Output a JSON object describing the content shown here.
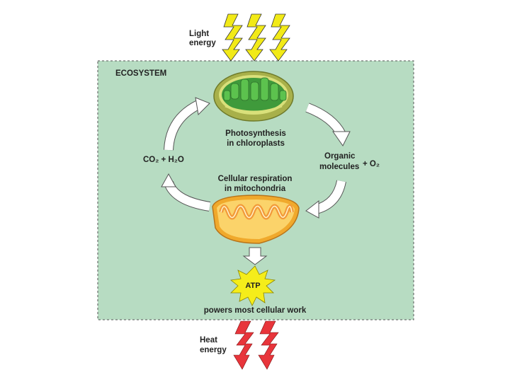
{
  "labels": {
    "light_line1": "Light",
    "light_line2": "energy",
    "ecosystem": "ECOSYSTEM",
    "photo_line1": "Photosynthesis",
    "photo_line2": "in chloroplasts",
    "co2_h2o": "CO₂ + H₂O",
    "organic_line1": "Organic",
    "organic_line2": "molecules",
    "plus_o2": "+ O₂",
    "resp_line1": "Cellular respiration",
    "resp_line2": "in mitochondria",
    "atp": "ATP",
    "powers": "powers most cellular work",
    "heat_line1": "Heat",
    "heat_line2": "energy"
  },
  "icons": {
    "light": "lightning-bolt-icon",
    "heat": "lightning-bolt-icon",
    "chloroplast": "chloroplast-icon",
    "mitochondrion": "mitochondrion-icon",
    "atp": "starburst-icon",
    "flow": "curved-arrow-icon"
  },
  "colors": {
    "ecosystem_fill": "#b7dcc2",
    "bolt_yellow": "#f2ea17",
    "bolt_red": "#e8353b",
    "chloroplast_outer": "#a8b04a",
    "chloroplast_inner": "#3f9a3b",
    "mitochondrion_outer": "#f0a92c",
    "mitochondrion_inner": "#f29a3a",
    "atp_star": "#f5ed1a",
    "arrow_fill": "#ffffff"
  }
}
